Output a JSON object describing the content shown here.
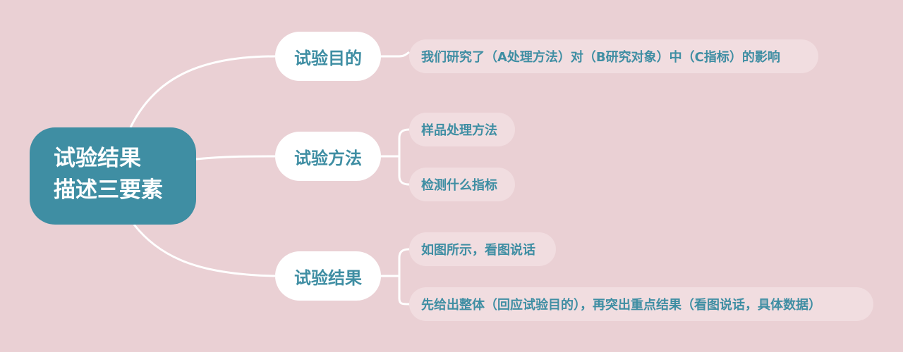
{
  "root": {
    "line1": "试验结果",
    "line2": "描述三要素"
  },
  "branches": [
    {
      "label": "试验目的",
      "leaves": [
        "我们研究了（A处理方法）对（B研究对象）中（C指标）的影响"
      ]
    },
    {
      "label": "试验方法",
      "leaves": [
        "样品处理方法",
        "检测什么指标"
      ]
    },
    {
      "label": "试验结果",
      "leaves": [
        "如图所示，看图说话",
        "先给出整体（回应试验目的），再突出重点结果（看图说话，具体数据）"
      ]
    }
  ],
  "colors": {
    "background": "#ead0d4",
    "accent": "#3f8ea3",
    "leaf_fill": "#f1dde0",
    "connector": "#ffffff"
  }
}
